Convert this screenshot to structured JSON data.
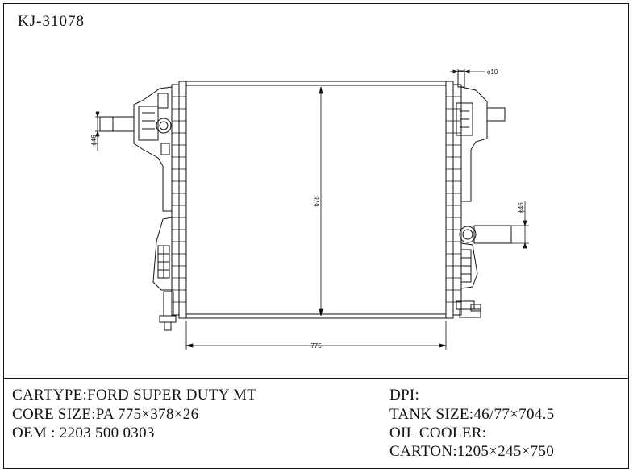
{
  "header": {
    "part_number": "KJ-31078"
  },
  "drawing": {
    "dimensions": {
      "width": "775",
      "height": "678",
      "top_pipe_diameter": "ϕ10",
      "left_pipe_diameter": "ϕ46",
      "right_pipe_diameter": "ϕ46"
    }
  },
  "specs": {
    "cartype": "CARTYPE:FORD SUPER DUTY  MT",
    "core_size": "CORE SIZE:PA 775×378×26",
    "oem": "OEM : 2203 500 0303",
    "dpi": "DPI:",
    "tank_size": "TANK SIZE:46/77×704.5",
    "oil_cooler": "OIL COOLER:",
    "carton": "CARTON:1205×245×750"
  }
}
